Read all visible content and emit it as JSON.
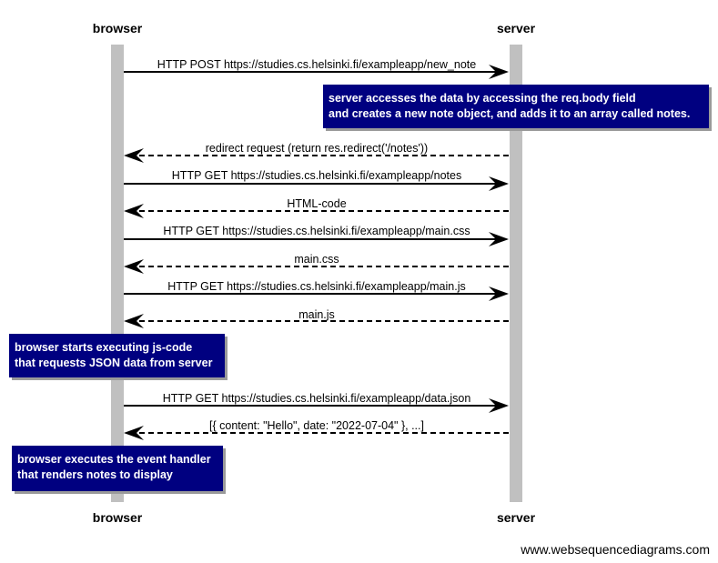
{
  "participants": {
    "left": "browser",
    "right": "server"
  },
  "messages": [
    {
      "from": "browser",
      "to": "server",
      "style": "solid",
      "label": "HTTP POST https://studies.cs.helsinki.fi/exampleapp/new_note"
    },
    {
      "from": "server",
      "to": "browser",
      "style": "dashed",
      "label": "redirect request (return res.redirect('/notes'))"
    },
    {
      "from": "browser",
      "to": "server",
      "style": "solid",
      "label": "HTTP GET https://studies.cs.helsinki.fi/exampleapp/notes"
    },
    {
      "from": "server",
      "to": "browser",
      "style": "dashed",
      "label": "HTML-code"
    },
    {
      "from": "browser",
      "to": "server",
      "style": "solid",
      "label": "HTTP GET https://studies.cs.helsinki.fi/exampleapp/main.css"
    },
    {
      "from": "server",
      "to": "browser",
      "style": "dashed",
      "label": "main.css"
    },
    {
      "from": "browser",
      "to": "server",
      "style": "solid",
      "label": "HTTP GET https://studies.cs.helsinki.fi/exampleapp/main.js"
    },
    {
      "from": "server",
      "to": "browser",
      "style": "dashed",
      "label": "main.js"
    },
    {
      "from": "browser",
      "to": "server",
      "style": "solid",
      "label": "HTTP GET https://studies.cs.helsinki.fi/exampleapp/data.json"
    },
    {
      "from": "server",
      "to": "browser",
      "style": "dashed",
      "label": "[{ content: \"Hello\", date: \"2022-07-04\" }, ...]"
    }
  ],
  "notes": {
    "server_note": [
      "server accesses the data by accessing the req.body field",
      "and creates a new note object, and adds it to an array called notes."
    ],
    "browser_note_1": [
      "browser starts executing js-code",
      "that requests JSON data from server"
    ],
    "browser_note_2": [
      "browser executes the event handler",
      "that renders notes to display"
    ]
  },
  "watermark": "www.websequencediagrams.com",
  "colors": {
    "note_background": "#000080",
    "note_text": "#ffffff",
    "lifeline": "#c0c0c0"
  }
}
